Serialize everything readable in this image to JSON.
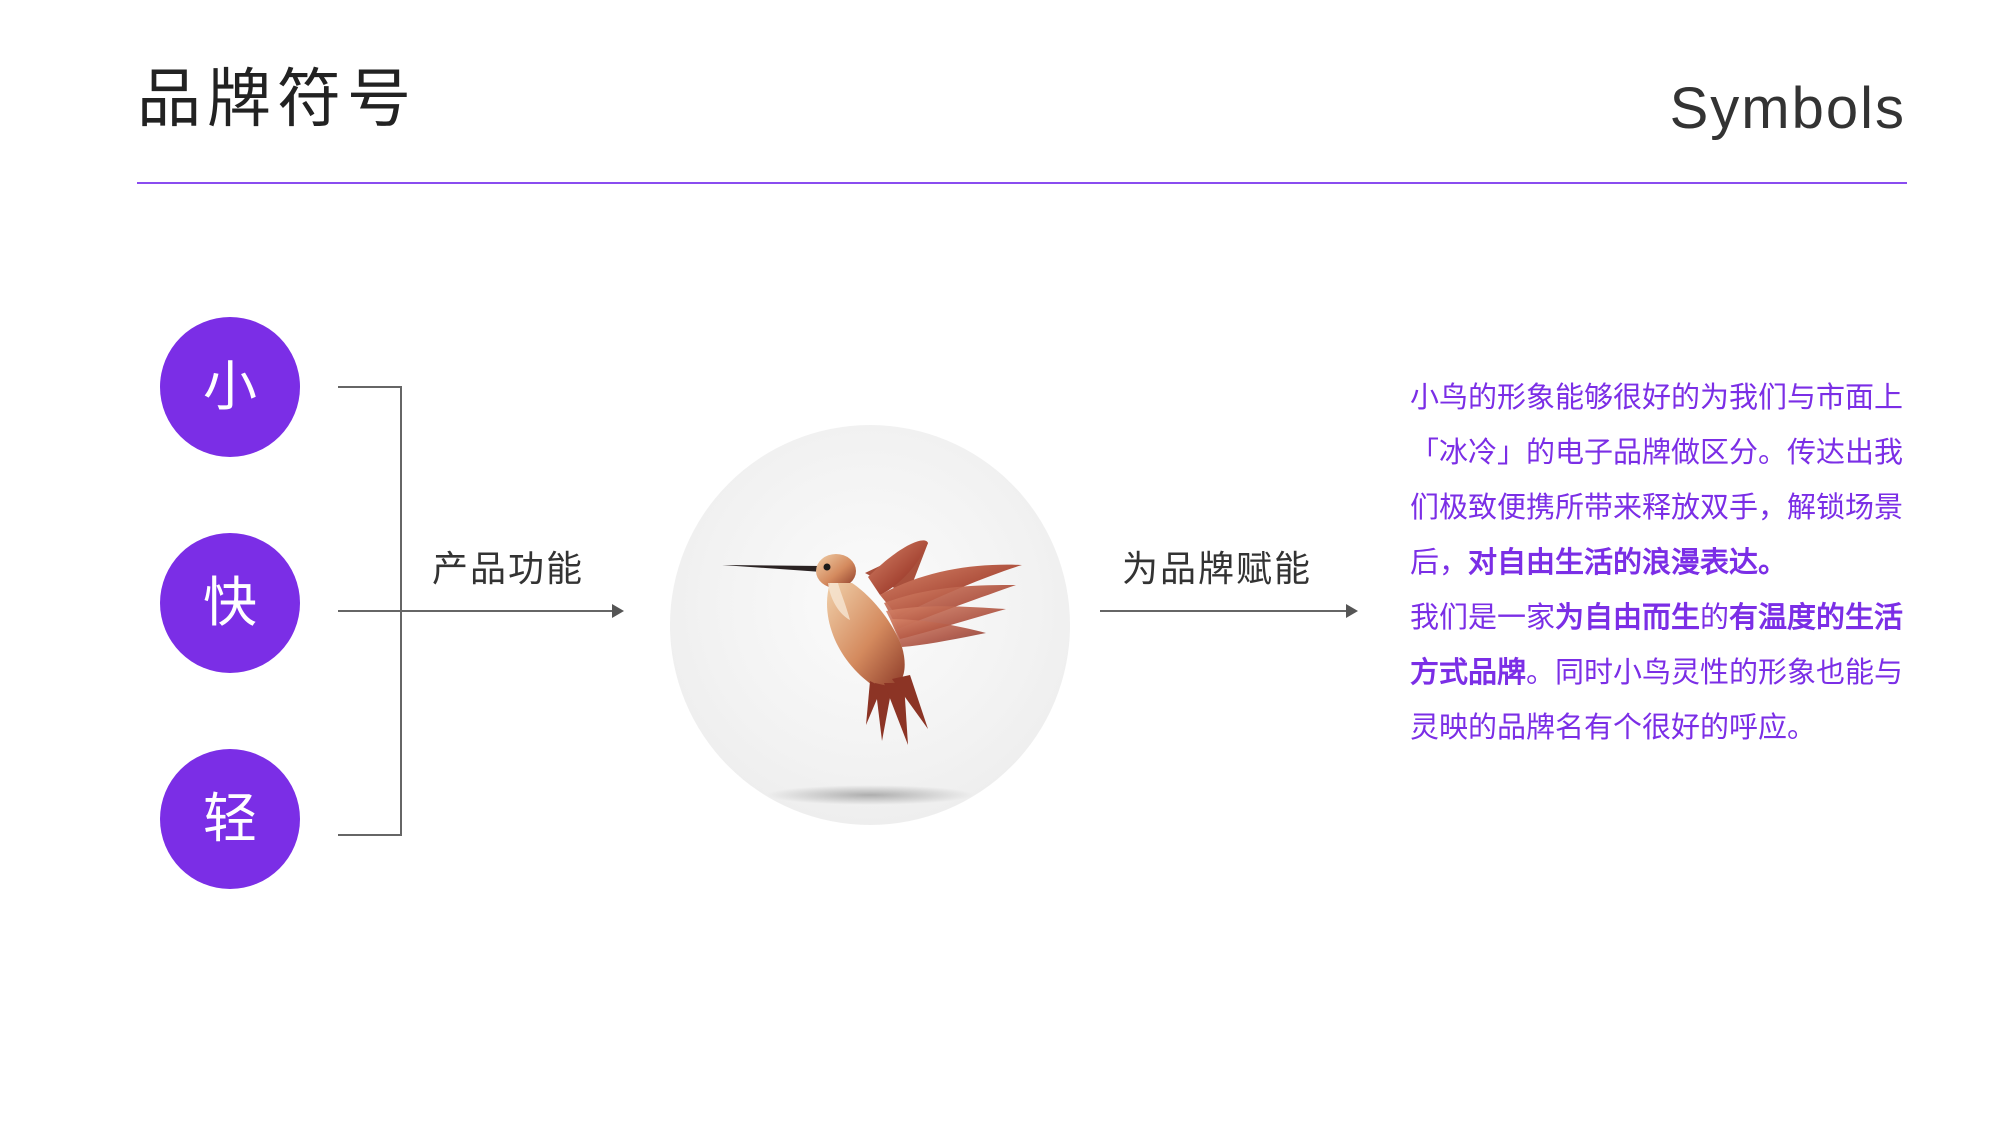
{
  "header": {
    "title": "品牌符号",
    "subtitle": "Symbols"
  },
  "attributes": [
    "小",
    "快",
    "轻"
  ],
  "flow": {
    "left_label": "产品功能",
    "right_label": "为品牌赋能"
  },
  "description": {
    "p1_a": "小鸟的形象能够很好的为我们与市面上「冰冷」的电子品牌做区分。传达出我们极致便携所带来释放双手，解锁场景后，",
    "p1_b": "对自由生活的浪漫表达。",
    "p2_a": "我们是一家",
    "p2_b": "为自由而生",
    "p2_c": "的",
    "p2_d": "有温度的生活方式品牌",
    "p2_e": "。同时小鸟灵性的形象也能与灵映的品牌名有个很好的呼应。"
  },
  "colors": {
    "accent": "#7b2ee6",
    "rule": "#8a4cf0",
    "text": "#222222"
  },
  "icons": {
    "bird": "hummingbird-illustration"
  }
}
